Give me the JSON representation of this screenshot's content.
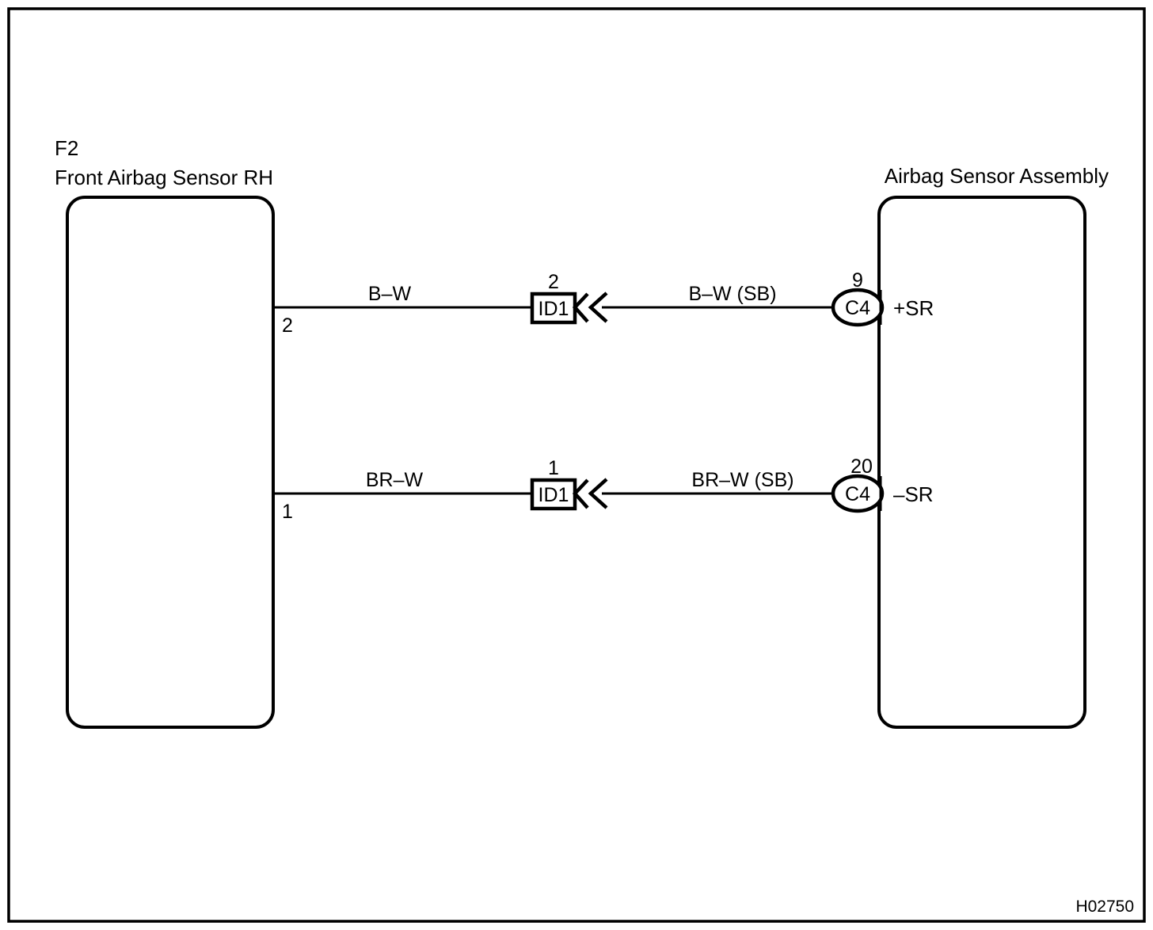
{
  "diagram": {
    "reference_code": "H02750",
    "left_component": {
      "code": "F2",
      "name": "Front Airbag Sensor RH"
    },
    "right_component": {
      "name": "Airbag Sensor Assembly"
    },
    "circuits": [
      {
        "left_pin": "2",
        "left_wire_color": "B–W",
        "splice_label": "ID1",
        "splice_pin": "2",
        "right_wire_color": "B–W (SB)",
        "connector_label": "C4",
        "connector_pin": "9",
        "terminal": "+SR"
      },
      {
        "left_pin": "1",
        "left_wire_color": "BR–W",
        "splice_label": "ID1",
        "splice_pin": "1",
        "right_wire_color": "BR–W (SB)",
        "connector_label": "C4",
        "connector_pin": "20",
        "terminal": "–SR"
      }
    ]
  },
  "colors": {
    "ink": "#000000",
    "paper": "#ffffff"
  }
}
